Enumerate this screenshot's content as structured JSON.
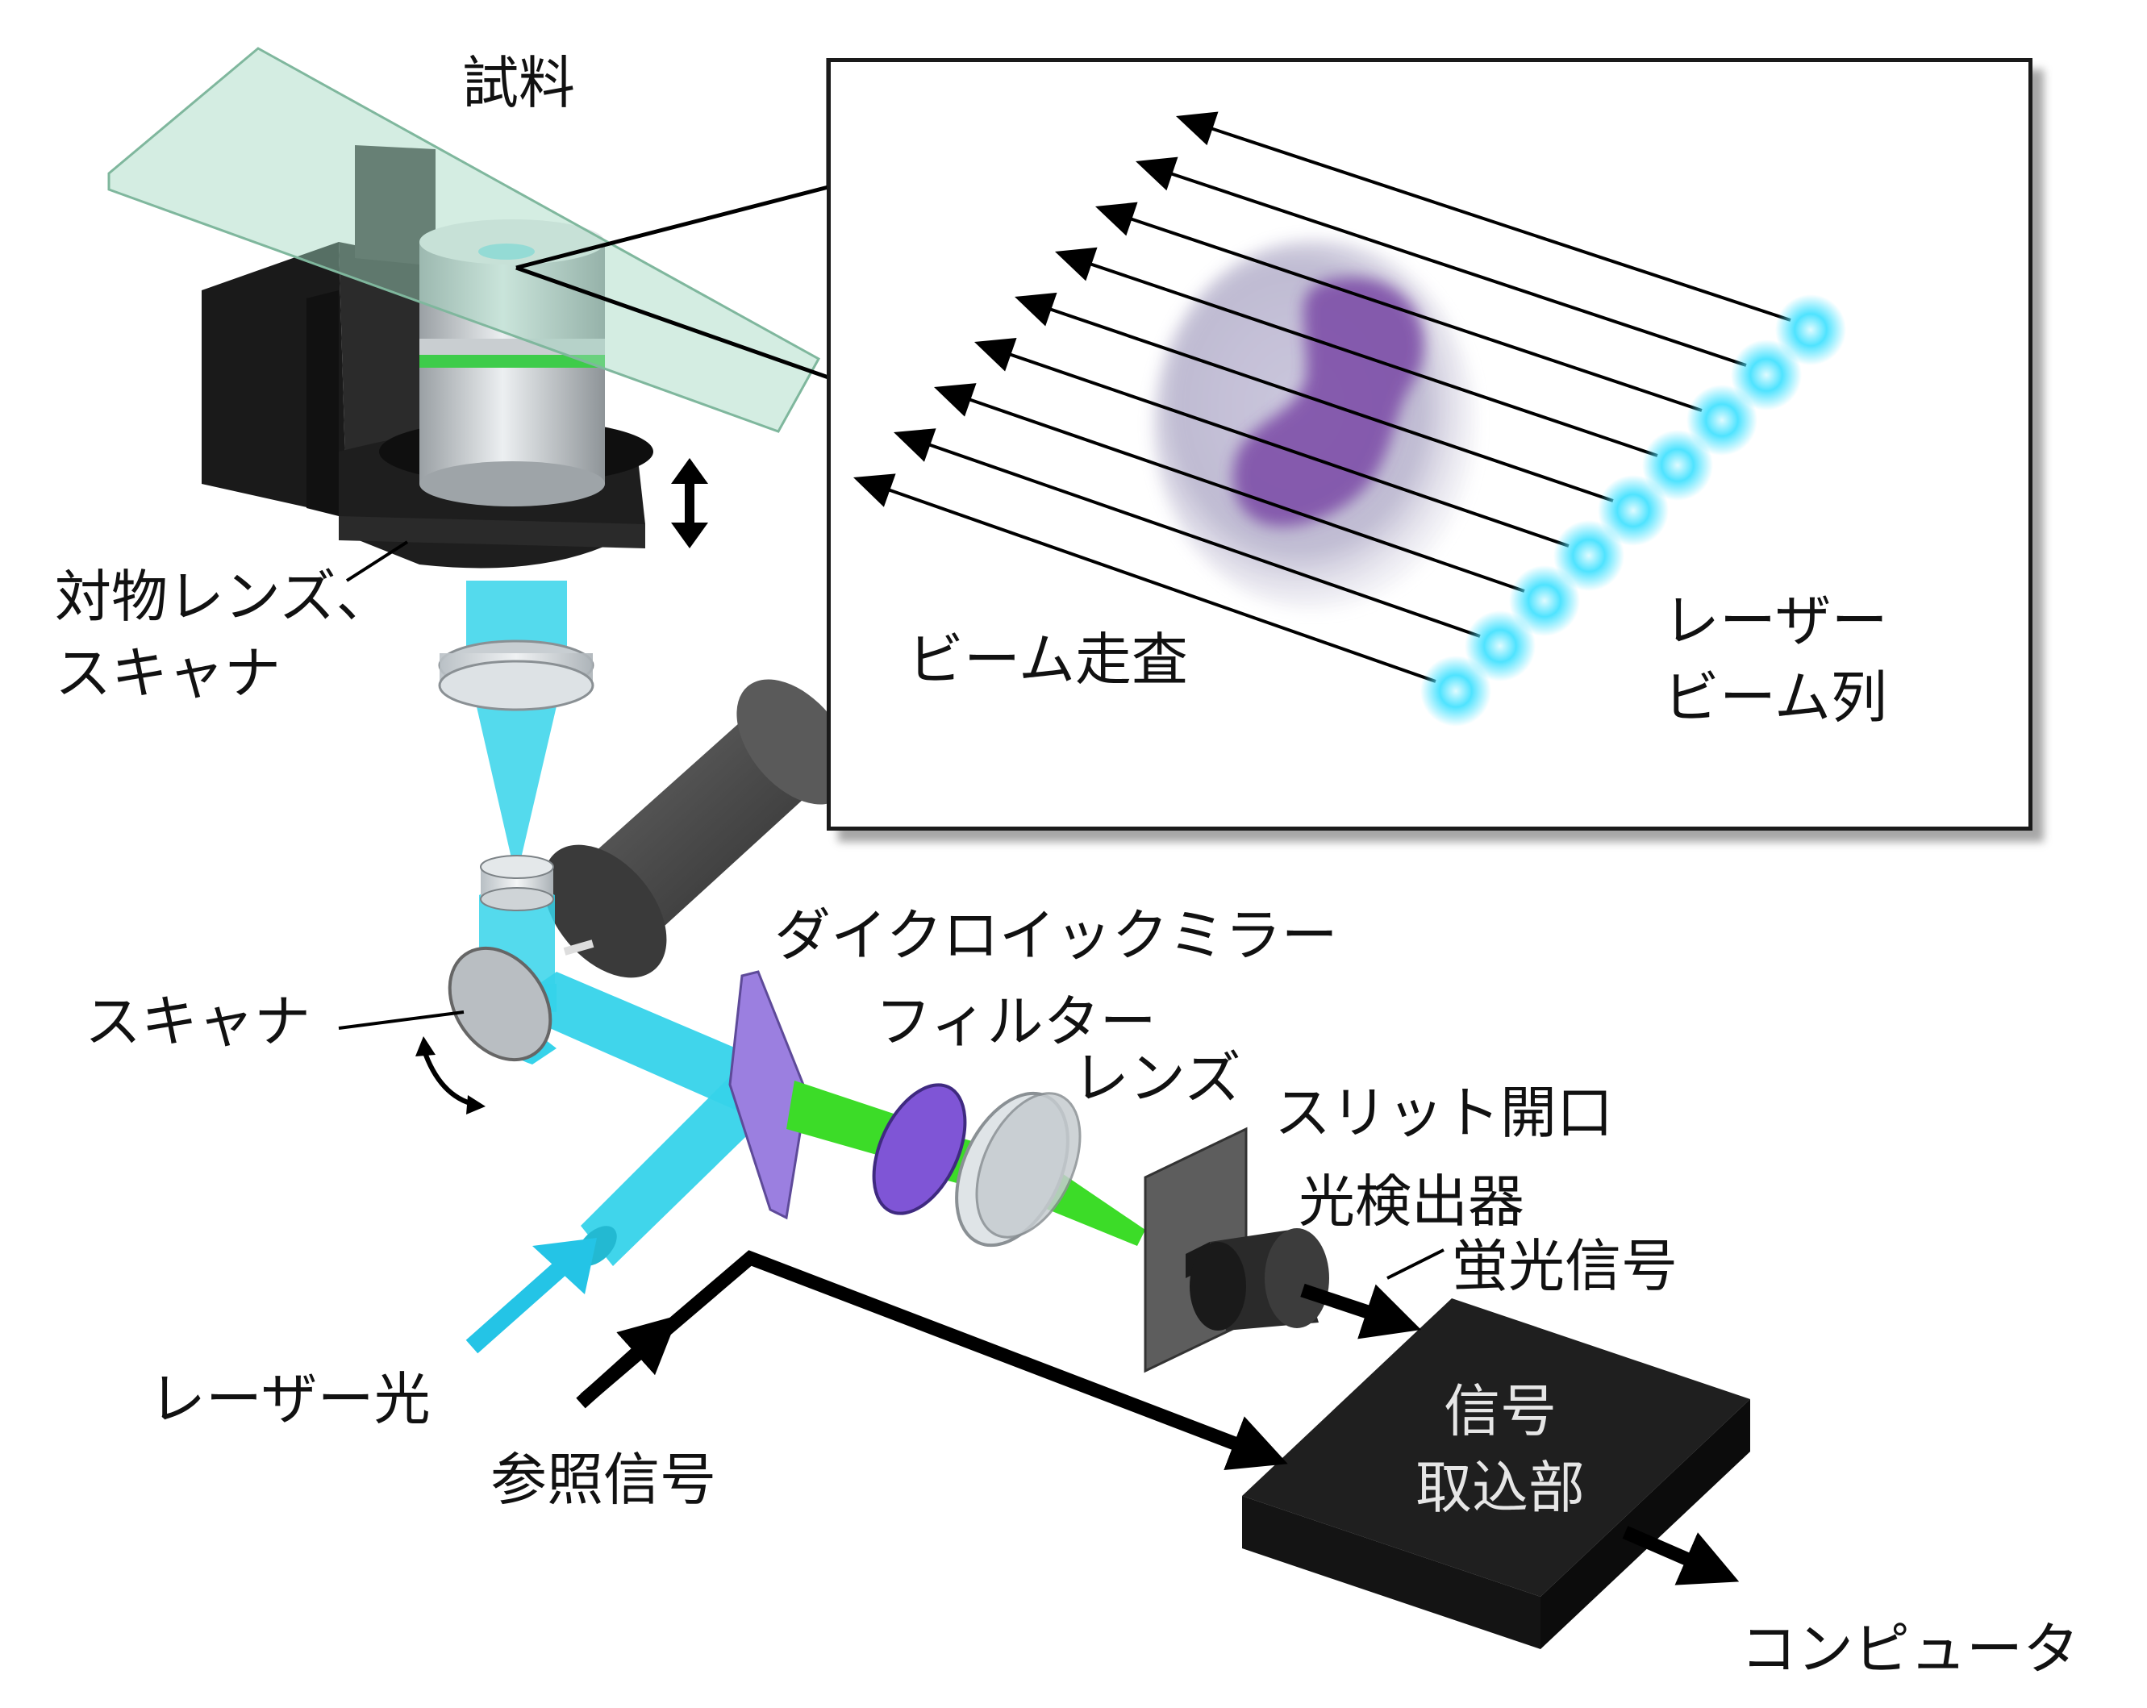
{
  "labels": {
    "sample": "試料",
    "objective_scanner_line1": "対物レンズ、",
    "objective_scanner_line2": "スキャナ",
    "scanner": "スキャナ",
    "laser_light": "レーザー光",
    "reference_signal": "参照信号",
    "dichroic_mirror": "ダイクロイックミラー",
    "filter": "フィルター",
    "lens": "レンズ",
    "slit_aperture": "スリット開口",
    "photodetector": "光検出器",
    "fluorescence_signal": "蛍光信号",
    "signal_capture_line1": "信号",
    "signal_capture_line2": "取込部",
    "computer": "コンピュータ",
    "beam_scan": "ビーム走査",
    "laser_beam_array_line1": "レーザー",
    "laser_beam_array_line2": "ビーム列"
  },
  "colors": {
    "excitation_beam": "#36d3ea",
    "fluorescence_beam": "#3cdc28",
    "dichroic": "#9b7fe0",
    "filter": "#7f55d6",
    "dark_block": "#1d1d1d",
    "laser_spot": "#4fe3ff",
    "cell_nucleus": "#7a4aa6"
  },
  "icons": {
    "laser_input_arrow": "cyan-arrow-icon",
    "focus_arrow": "double-vertical-arrow-icon",
    "rotation_arrow": "curved-double-arrow-icon"
  }
}
